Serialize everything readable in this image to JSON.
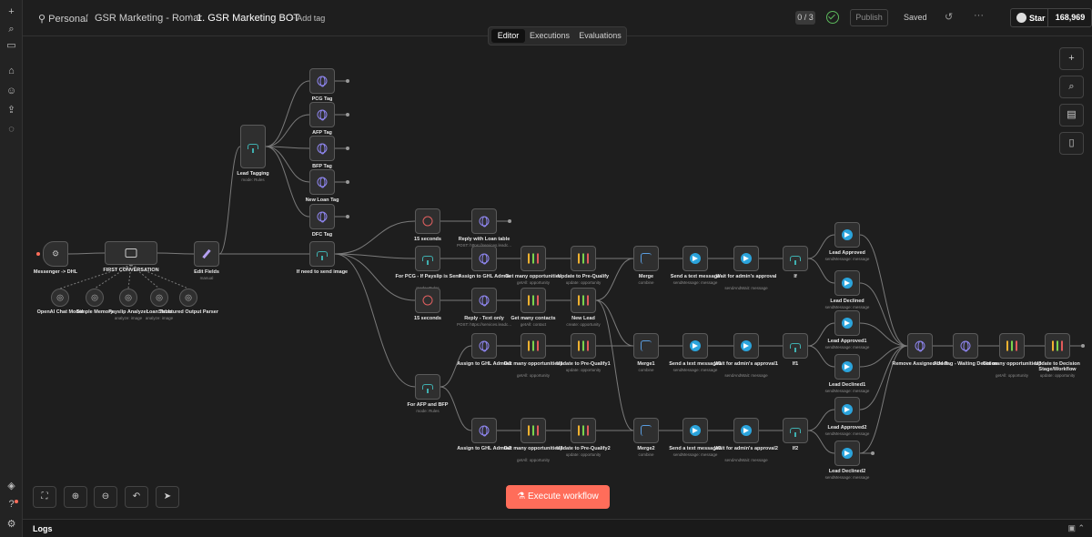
{
  "breadcrumb": {
    "personal": "Personal",
    "project": "GSR Marketing - Romar",
    "workflow": "1. GSR Marketing BOT",
    "add_tag": "+ Add tag"
  },
  "header": {
    "counter": "0 / 3",
    "publish_label": "Publish",
    "saved_label": "Saved",
    "star_label": "Star",
    "star_count": "168,969"
  },
  "tabs": [
    "Editor",
    "Executions",
    "Evaluations"
  ],
  "nodes": [
    {
      "key": "messenger",
      "label": "Messenger -> DHL",
      "sub": "",
      "icon": "trigger"
    },
    {
      "key": "first",
      "label": "FIRST CONVERSATION",
      "sub": "",
      "icon": "robot"
    },
    {
      "key": "editfields",
      "label": "Edit Fields",
      "sub": "manual",
      "icon": "pen"
    },
    {
      "key": "openai",
      "label": "OpenAI Chat Model",
      "sub": "",
      "icon": "sub"
    },
    {
      "key": "memory",
      "label": "Simple Memory",
      "sub": "",
      "icon": "sub"
    },
    {
      "key": "payslip",
      "label": "Payslip Analyzer",
      "sub": "analyze: image",
      "icon": "sub"
    },
    {
      "key": "loantable",
      "label": "Loan Table",
      "sub": "analyze: image",
      "icon": "sub"
    },
    {
      "key": "parser",
      "label": "Structured Output Parser",
      "sub": "",
      "icon": "sub"
    },
    {
      "key": "leadtag",
      "label": "Lead Tagging",
      "sub": "mode: Rules",
      "icon": "branch"
    },
    {
      "key": "pcgtag",
      "label": "PCG Tag",
      "sub": "",
      "icon": "globe"
    },
    {
      "key": "afptag",
      "label": "AFP Tag",
      "sub": "",
      "icon": "globe"
    },
    {
      "key": "bfptag",
      "label": "BFP Tag",
      "sub": "",
      "icon": "globe"
    },
    {
      "key": "newloan",
      "label": "New Loan Tag",
      "sub": "",
      "icon": "globe"
    },
    {
      "key": "dfctag",
      "label": "DFC Tag",
      "sub": "",
      "icon": "globe"
    },
    {
      "key": "ifneed",
      "label": "If need to send image",
      "sub": "",
      "icon": "branch"
    },
    {
      "key": "wait15a",
      "label": "15 seconds",
      "sub": "",
      "icon": "wait"
    },
    {
      "key": "replyloan",
      "label": "Reply with Loan table",
      "sub": "POST: https://services.leadc...",
      "icon": "globe"
    },
    {
      "key": "forpcg",
      "label": "For PCG - If Payslip is Sent",
      "sub": "mode: Rules",
      "icon": "branch"
    },
    {
      "key": "assign1",
      "label": "Assign to GHL Admin",
      "sub": "",
      "icon": "globe"
    },
    {
      "key": "getopp1",
      "label": "Get many opportunities",
      "sub": "getAll: opportunity",
      "icon": "bars"
    },
    {
      "key": "update1",
      "label": "Update to Pre-Qualify",
      "sub": "update: opportunity",
      "icon": "bars"
    },
    {
      "key": "merge",
      "label": "Merge",
      "sub": "combine",
      "icon": "merge"
    },
    {
      "key": "send1",
      "label": "Send a text message",
      "sub": "sendMessage: message",
      "icon": "tg"
    },
    {
      "key": "waitadmin1",
      "label": "Wait for admin's approval",
      "sub": "sendAndWait: message",
      "icon": "tg"
    },
    {
      "key": "if1",
      "label": "If",
      "sub": "",
      "icon": "branch"
    },
    {
      "key": "approved",
      "label": "Lead Approved",
      "sub": "sendMessage: message",
      "icon": "tg"
    },
    {
      "key": "declined",
      "label": "Lead Declined",
      "sub": "sendMessage: message",
      "icon": "tg"
    },
    {
      "key": "wait15b",
      "label": "15 seconds",
      "sub": "",
      "icon": "wait"
    },
    {
      "key": "replytext",
      "label": "Reply - Text only",
      "sub": "POST: https://services.leadc...",
      "icon": "globe"
    },
    {
      "key": "getcontacts",
      "label": "Get many contacts",
      "sub": "getAll: contact",
      "icon": "bars"
    },
    {
      "key": "newlead",
      "label": "New Lead",
      "sub": "create: opportunity",
      "icon": "bars"
    },
    {
      "key": "assign2",
      "label": "Assign to GHL Admin1",
      "sub": "",
      "icon": "globe"
    },
    {
      "key": "getopp2",
      "label": "Get many opportunities1",
      "sub": "getAll: opportunity",
      "icon": "bars"
    },
    {
      "key": "update2",
      "label": "Update to Pre-Qualify1",
      "sub": "update: opportunity",
      "icon": "bars"
    },
    {
      "key": "merge1",
      "label": "Merge1",
      "sub": "combine",
      "icon": "merge"
    },
    {
      "key": "send2",
      "label": "Send a text message1",
      "sub": "sendMessage: message",
      "icon": "tg"
    },
    {
      "key": "waitadmin2",
      "label": "Wait for admin's approval1",
      "sub": "sendAndWait: message",
      "icon": "tg"
    },
    {
      "key": "if2",
      "label": "If1",
      "sub": "",
      "icon": "branch"
    },
    {
      "key": "approved1",
      "label": "Lead Approved1",
      "sub": "sendMessage: message",
      "icon": "tg"
    },
    {
      "key": "declined1",
      "label": "Lead Declined1",
      "sub": "sendMessage: message",
      "icon": "tg"
    },
    {
      "key": "forafp",
      "label": "For AFP and BFP",
      "sub": "mode: Rules",
      "icon": "branch"
    },
    {
      "key": "assign3",
      "label": "Assign to GHL Admin2",
      "sub": "",
      "icon": "globe"
    },
    {
      "key": "getopp3",
      "label": "Get many opportunities2",
      "sub": "getAll: opportunity",
      "icon": "bars"
    },
    {
      "key": "update3",
      "label": "Update to Pre-Qualify2",
      "sub": "update: opportunity",
      "icon": "bars"
    },
    {
      "key": "merge2",
      "label": "Merge2",
      "sub": "combine",
      "icon": "merge"
    },
    {
      "key": "send3",
      "label": "Send a text message2",
      "sub": "sendMessage: message",
      "icon": "tg"
    },
    {
      "key": "waitadmin3",
      "label": "Wait for admin's approval2",
      "sub": "sendAndWait: message",
      "icon": "tg"
    },
    {
      "key": "if3",
      "label": "If2",
      "sub": "",
      "icon": "branch"
    },
    {
      "key": "approved2",
      "label": "Lead Approved2",
      "sub": "sendMessage: message",
      "icon": "tg"
    },
    {
      "key": "declined2",
      "label": "Lead Declined2",
      "sub": "sendMessage: message",
      "icon": "tg"
    },
    {
      "key": "removeuser",
      "label": "Remove Assigned User",
      "sub": "",
      "icon": "globe"
    },
    {
      "key": "addtag",
      "label": "Add Tag - Waiting Decision",
      "sub": "",
      "icon": "globe"
    },
    {
      "key": "getopp4",
      "label": "Get many opportunities3",
      "sub": "getAll: opportunity",
      "icon": "bars"
    },
    {
      "key": "updatedec",
      "label": "Update to Decision Stage/Workflow",
      "sub": "update: opportunity",
      "icon": "bars"
    }
  ],
  "execute_label": "Execute workflow",
  "logs_label": "Logs",
  "colors": {
    "accent": "#ff6d5a",
    "background": "#1e1e1e",
    "node": "#2f2f2f"
  }
}
